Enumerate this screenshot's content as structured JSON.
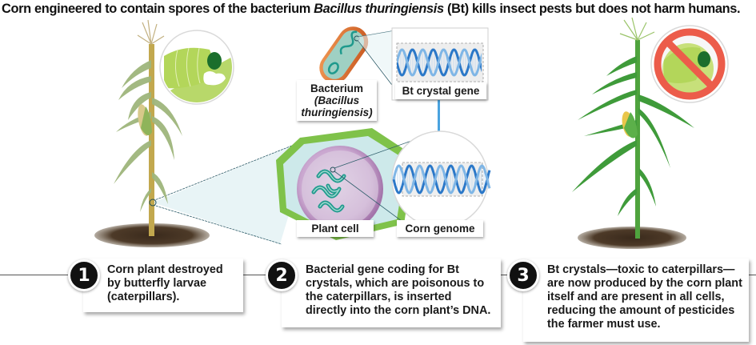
{
  "title": {
    "prefix": "Corn engineered to contain spores of the bacterium ",
    "italic": "Bacillus thuringiensis",
    "suffix": " (Bt) kills insect pests but does not harm humans."
  },
  "labels": {
    "bacterium_line1": "Bacterium",
    "bacterium_line2": "(Bacillus",
    "bacterium_line3": "thuringiensis)",
    "bt_gene": "Bt crystal gene",
    "plant_cell": "Plant cell",
    "corn_genome": "Corn genome"
  },
  "steps": [
    {
      "number": "1",
      "text": "Corn plant destroyed by butterfly larvae (caterpillars)."
    },
    {
      "number": "2",
      "text": "Bacterial gene coding for Bt crystals, which are poisonous to the caterpillars, is inserted directly into the corn plant’s DNA."
    },
    {
      "number": "3",
      "text": "Bt crystals—toxic to caterpillars—are now produced by the corn plant itself and are present in all cells, reducing the amount of pesticides the farmer must use."
    }
  ],
  "icons": {
    "left_inset": "caterpillar-eating-leaf-icon",
    "right_inset": "no-caterpillar-prohibition-icon"
  },
  "colors": {
    "damaged_plant": "#a7b873",
    "healthy_plant": "#3f9b3a",
    "cell_wall": "#7fc24a",
    "nucleus": "#c79ac7",
    "dna_teal": "#2fa39a",
    "dna_blue": "#2b78c8",
    "arrow": "#4aa3df",
    "prohibit_red": "#ec5c4a",
    "caterpillar": "#a8d14a"
  }
}
